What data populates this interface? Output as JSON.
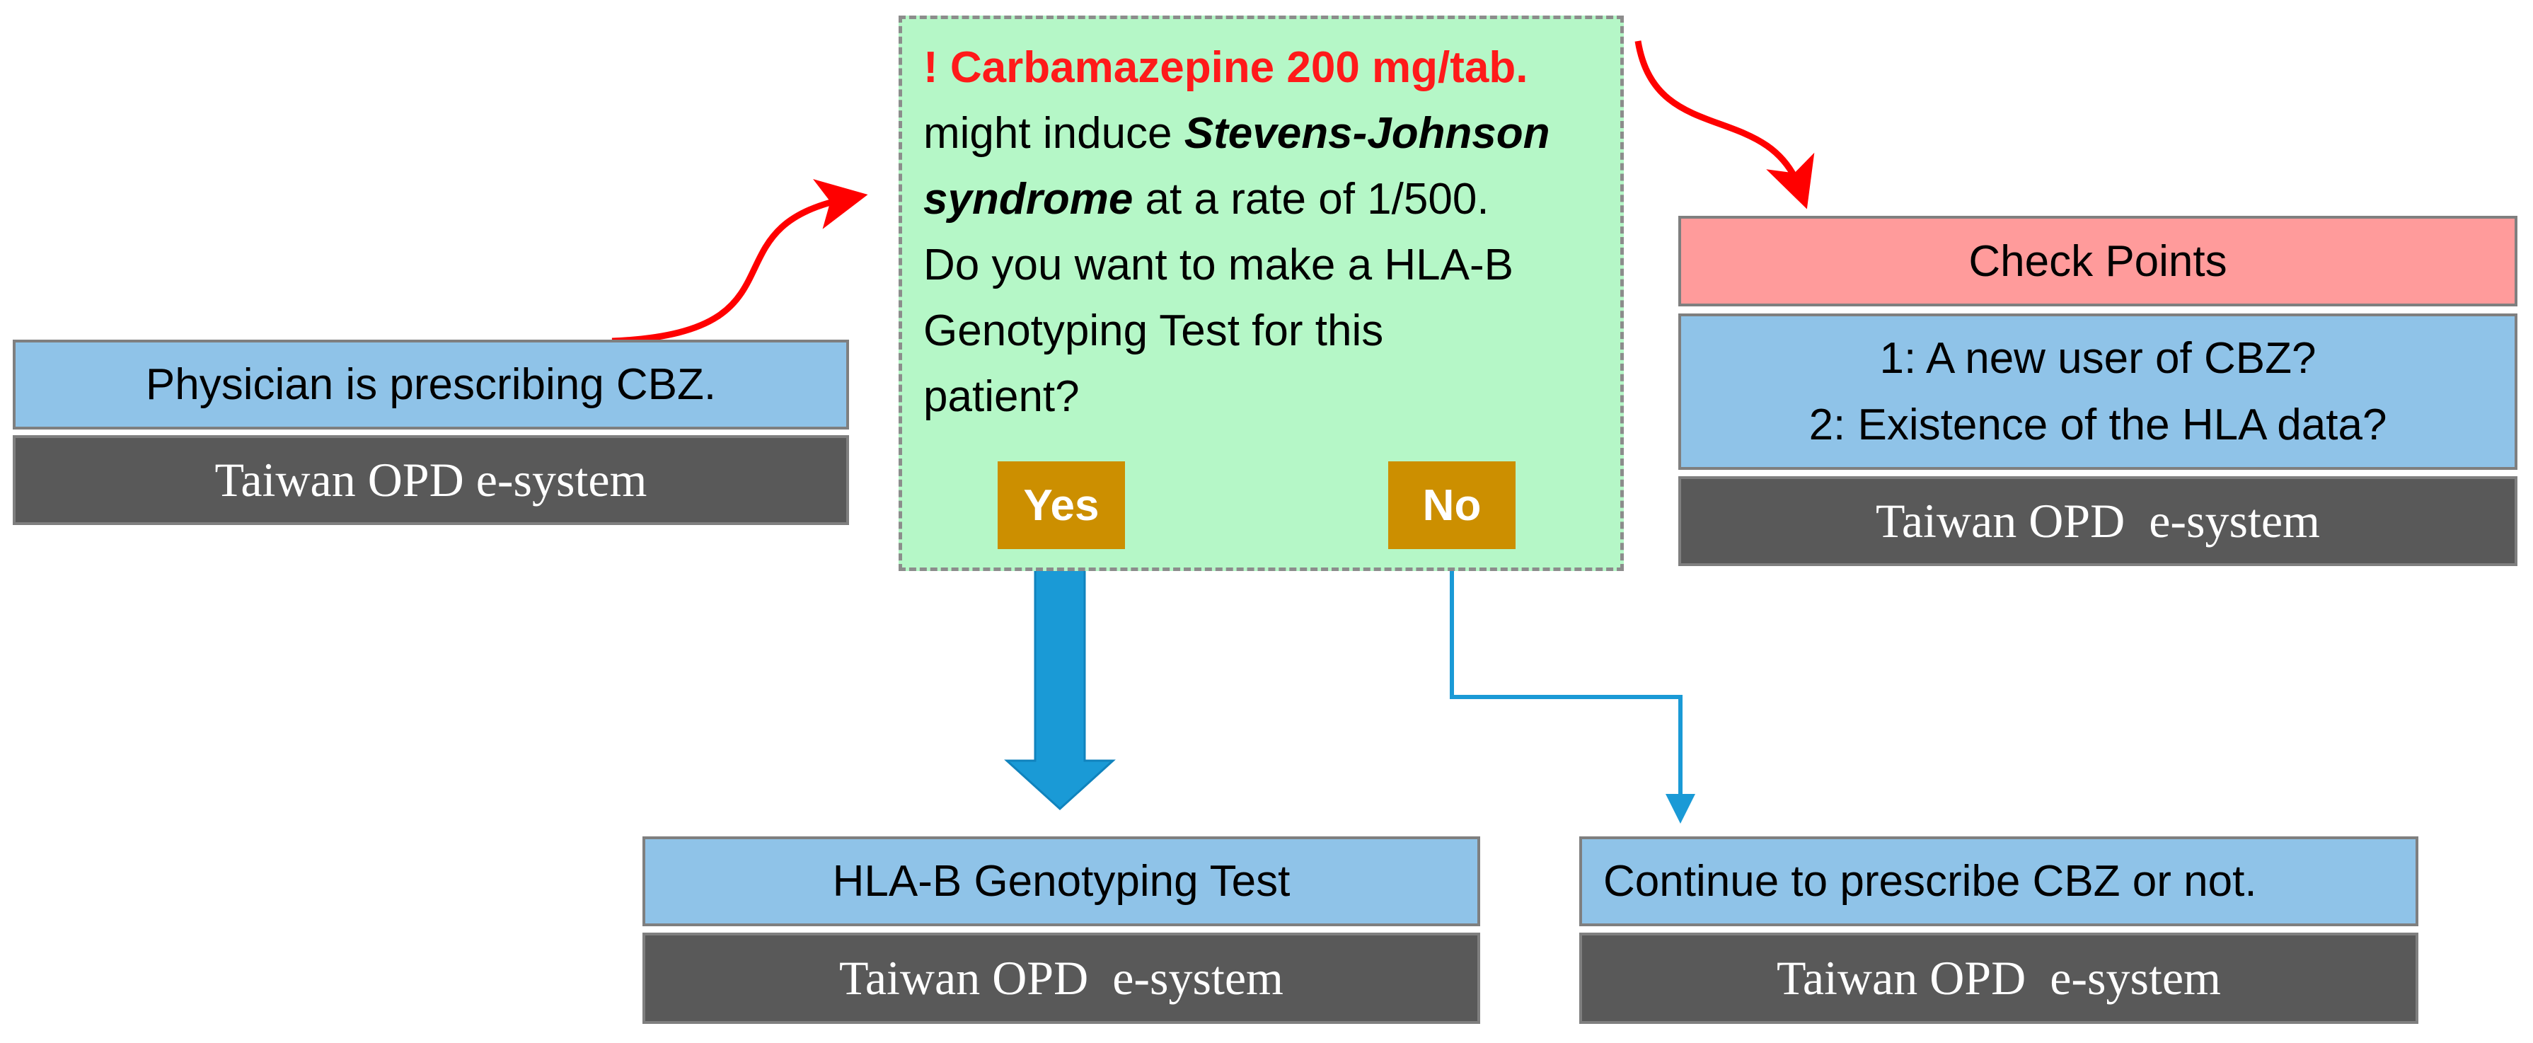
{
  "physician_box": {
    "label": "Physician is prescribing CBZ.",
    "system": "Taiwan OPD e-system"
  },
  "alert": {
    "warning": "! Carbamazepine 200 mg/tab.",
    "line_a": "might induce ",
    "emph_a": "Stevens-Johnson",
    "emph_b": "syndrome",
    "line_b": " at a rate of 1/500.",
    "line_c": "Do you want to make a HLA-B",
    "line_d": "Genotyping Test for this",
    "line_e": "patient?",
    "yes_label": "Yes",
    "no_label": "No"
  },
  "check_points": {
    "title": "Check Points",
    "item_1": "1: A new user of CBZ?",
    "item_2": "2: Existence of the HLA data?",
    "system": "Taiwan OPD  e-system"
  },
  "hla_box": {
    "label": "HLA-B Genotyping Test",
    "system": "Taiwan OPD  e-system"
  },
  "continue_box": {
    "label": "Continue to prescribe CBZ or not.",
    "system": "Taiwan OPD  e-system"
  },
  "colors": {
    "blue_box": "#8fc3e8",
    "dark_box": "#595959",
    "check_points_header": "#ff9b9b",
    "alert_bg": "#b5f7c7",
    "warning_text": "#ff1a1a",
    "button": "#cc8f00",
    "red_arrow": "#ff0000",
    "blue_arrow": "#1a9ad6"
  }
}
